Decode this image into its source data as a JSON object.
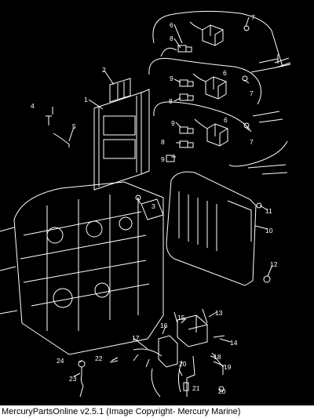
{
  "caption": "MercuryPartsOnline v2.5.1 (Image Copyright- Mercury Marine)",
  "colors": {
    "diagram_background": "#000000",
    "line_art": "#ffffff",
    "caption_background": "#ffffff"
  },
  "callouts": {
    "c1": "1",
    "c2": "2",
    "c3": "3",
    "c4": "4",
    "c5": "5",
    "c6a": "6",
    "c6b": "6",
    "c6c": "6",
    "c7a": "7",
    "c7b": "7",
    "c7c": "7",
    "c8a": "8",
    "c8b": "8",
    "c8c": "8",
    "c9a": "9",
    "c9b": "9",
    "c9c": "9",
    "c10": "10",
    "c11": "11",
    "c12": "12",
    "c13": "13",
    "c14": "14",
    "c15": "15",
    "c16": "16",
    "c17": "17",
    "c18": "18",
    "c19": "19",
    "c20a": "20",
    "c20b": "20",
    "c21": "21",
    "c22": "22",
    "c23": "23",
    "c24": "24"
  }
}
